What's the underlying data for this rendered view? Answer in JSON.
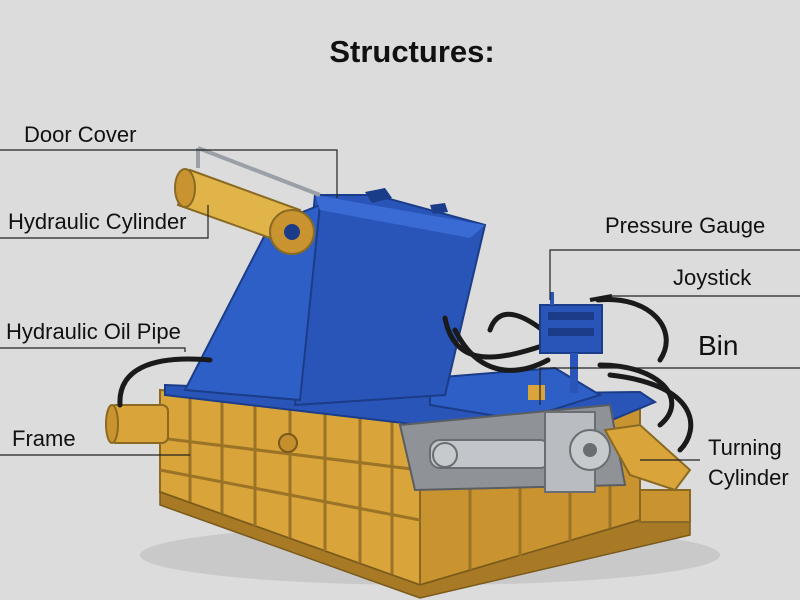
{
  "title": "Structures:",
  "labels": {
    "door_cover": "Door Cover",
    "hydraulic_cylinder": "Hydraulic Cylinder",
    "hydraulic_oil_pipe": "Hydraulic Oil Pipe",
    "frame": "Frame",
    "pressure_gauge": "Pressure Gauge",
    "joystick": "Joystick",
    "bin": "Bin",
    "turning_cylinder_1": "Turning",
    "turning_cylinder_2": "Cylinder"
  },
  "colors": {
    "background": "#dcdcdc",
    "frame_yellow": "#d9a43a",
    "machine_blue": "#2a55b8",
    "steel": "#b9bcc0",
    "hose": "#1a1a1a",
    "leader_line": "#222222"
  }
}
